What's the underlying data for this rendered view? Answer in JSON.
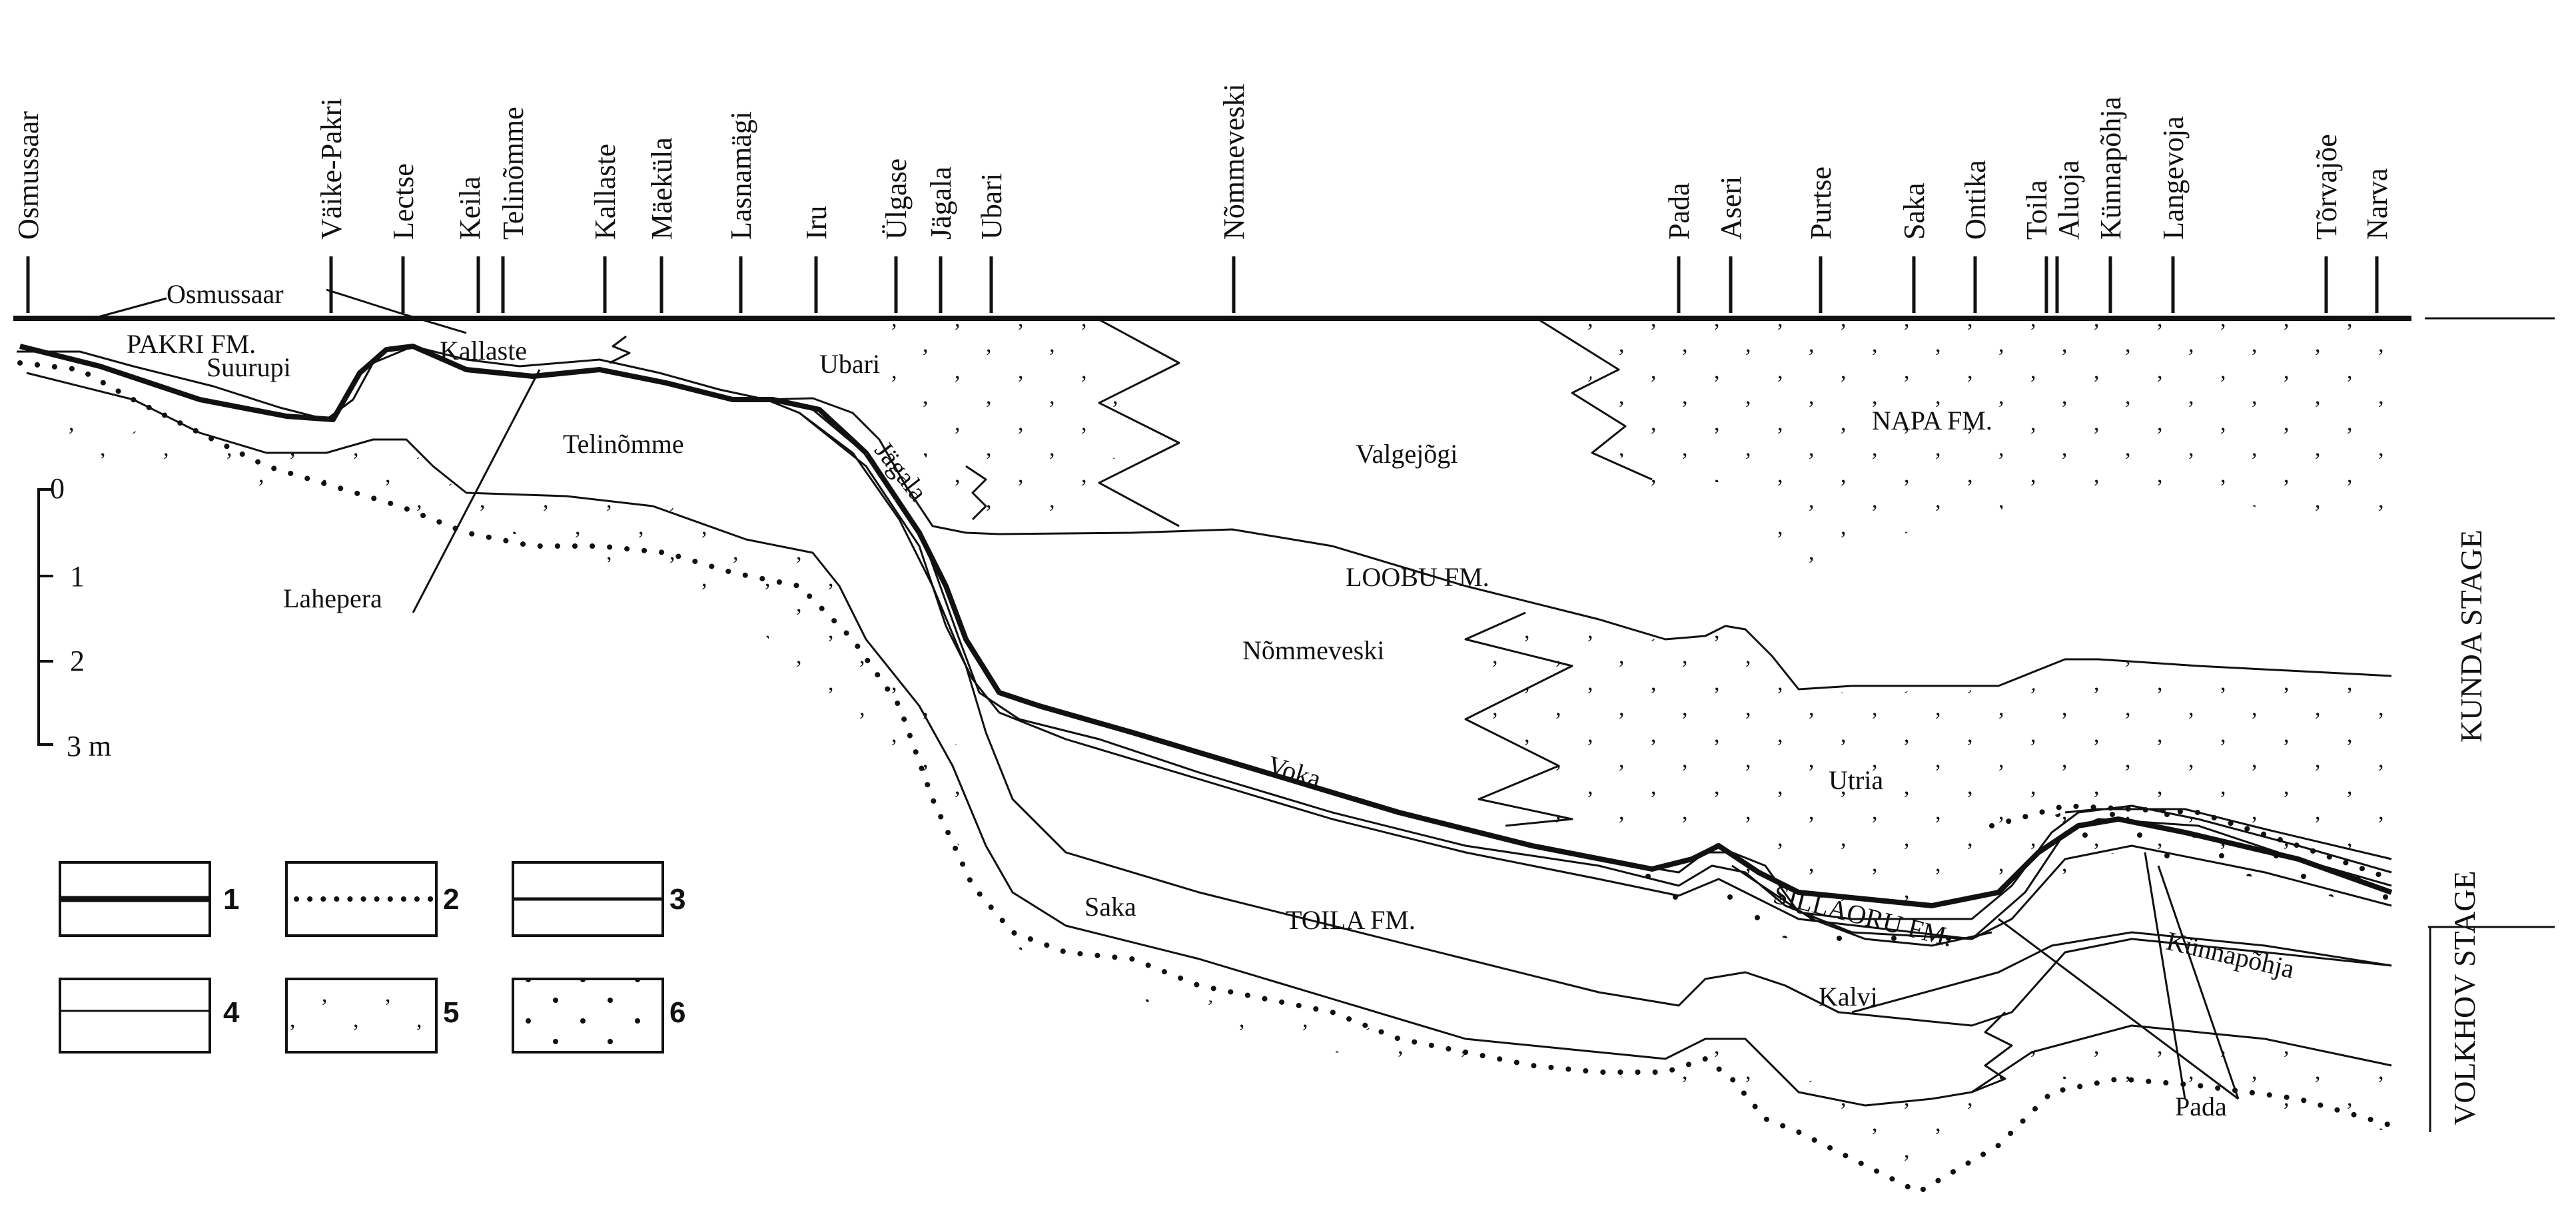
{
  "localities": [
    "Osmussaar",
    "Väike-Pakri",
    "Lectse",
    "Keila",
    "Telinõmme",
    "Kallaste",
    "Mäeküla",
    "Lasnamägi",
    "Iru",
    "Ülgase",
    "Jägala",
    "Ubari",
    "Nõmmeveski",
    "Pada",
    "Aseri",
    "Purtse",
    "Saka",
    "Ontika",
    "Toila",
    "Aluoja",
    "Künnapõhja",
    "Langevoja",
    "Tõrvajõe",
    "Narva"
  ],
  "units": {
    "osmussaar": "Osmussaar",
    "pakri_fm": "PAKRI FM.",
    "suurupi": "Suurupi",
    "kallaste": "Kallaste",
    "ubari": "Ubari",
    "telinomme": "Telinõmme",
    "jagala": "Jägala",
    "valgejogi": "Valgejõgi",
    "napa_fm": "NAPA FM.",
    "lahepera": "Lahepera",
    "loobu_fm": "LOOBU FM.",
    "nommeveski": "Nõmmeveski",
    "voka": "Voka",
    "utria": "Utria",
    "sillaoru_fm": "SILLAORU FM.",
    "saka": "Saka",
    "toila_fm": "TOILA FM.",
    "kunnapohja": "Künnapõhja",
    "kalvi": "Kalvi",
    "pada": "Pada"
  },
  "stages": {
    "kunda": "KUNDA STAGE",
    "volkhov": "VOLKHOV STAGE"
  },
  "scale": {
    "labels": [
      "0",
      "1",
      "2",
      "3 m"
    ]
  },
  "legend": [
    "1",
    "2",
    "3",
    "4",
    "5",
    "6"
  ]
}
